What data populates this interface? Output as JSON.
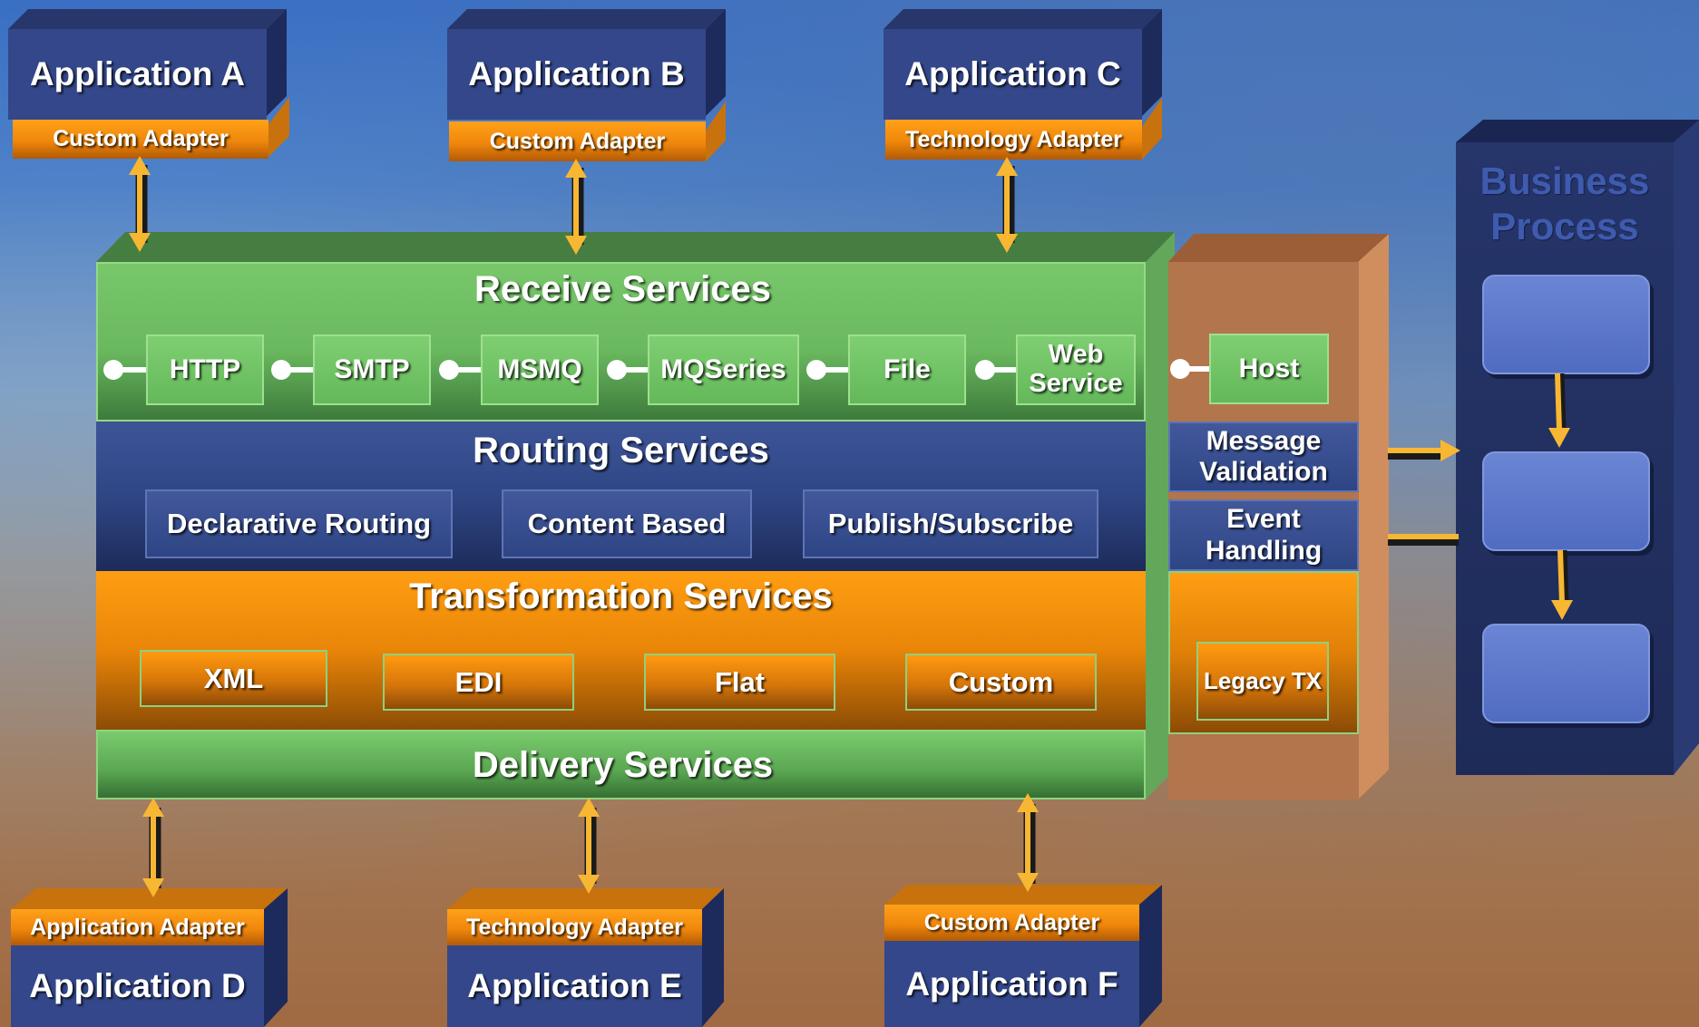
{
  "apps": {
    "a": {
      "name": "Application A",
      "adapter": "Custom Adapter"
    },
    "b": {
      "name": "Application B",
      "adapter": "Custom Adapter"
    },
    "c": {
      "name": "Application C",
      "adapter": "Technology Adapter"
    },
    "d": {
      "name": "Application D",
      "adapter": "Application Adapter"
    },
    "e": {
      "name": "Application E",
      "adapter": "Technology  Adapter"
    },
    "f": {
      "name": "Application F",
      "adapter": "Custom Adapter"
    }
  },
  "receive": {
    "title": "Receive Services",
    "items": [
      "HTTP",
      "SMTP",
      "MSMQ",
      "MQSeries",
      "File",
      "Web Service"
    ]
  },
  "routing": {
    "title": "Routing Services",
    "items": [
      "Declarative Routing",
      "Content Based",
      "Publish/Subscribe"
    ]
  },
  "transformation": {
    "title": "Transformation Services",
    "items": [
      "XML",
      "EDI",
      "Flat",
      "Custom"
    ]
  },
  "delivery": {
    "title": "Delivery Services"
  },
  "side": {
    "host": "Host",
    "message_validation": "Message Validation",
    "event_handling": "Event Handling",
    "legacy_tx": "Legacy TX"
  },
  "business_process": {
    "title": "Business Process"
  },
  "colors": {
    "green": "#6cc060",
    "routing_blue": "#2e4585",
    "orange": "#f08a0a",
    "arrow": "#f7b733",
    "side_panel": "#c77f52",
    "bp_panel": "#1f2d5c"
  }
}
